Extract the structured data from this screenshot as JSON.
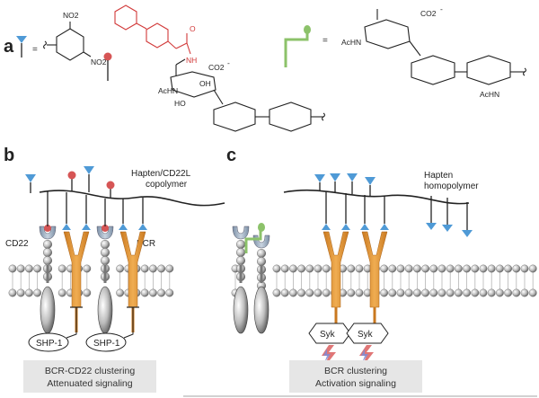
{
  "panels": {
    "a": "a",
    "b": "b",
    "c": "c"
  },
  "panel_a": {
    "equals": "=",
    "no2_top": "NO2",
    "no2_bottom": "NO2",
    "nh": "NH",
    "o": "O",
    "co2_left": "CO2",
    "co2_right": "CO2",
    "charge": "-",
    "acHN_1": "AcHN",
    "acHN_2": "AcHN",
    "acHN_3": "AcHN",
    "ho": "HO",
    "oh": "OH"
  },
  "panel_b": {
    "polymer_label_1": "Hapten/CD22L",
    "polymer_label_2": "copolymer",
    "cd22_label": "CD22",
    "bcr_label": "BCR",
    "shp1_a": "SHP-1",
    "shp1_b": "SHP-1",
    "box_line1": "BCR-CD22 clustering",
    "box_line2": "Attenuated signaling"
  },
  "panel_c": {
    "polymer_label_1": "Hapten",
    "polymer_label_2": "homopolymer",
    "syk_a": "Syk",
    "syk_b": "Syk",
    "box_line1": "BCR clustering",
    "box_line2": "Activation signaling"
  },
  "colors": {
    "hapten_blue": "#4f9ad6",
    "ligand_red": "#d65555",
    "bcr_orange": "#e39a3a",
    "ligand_green": "#8cc26a",
    "membrane_grey": "#9a9a9a",
    "box_grey": "#e6e6e6"
  }
}
